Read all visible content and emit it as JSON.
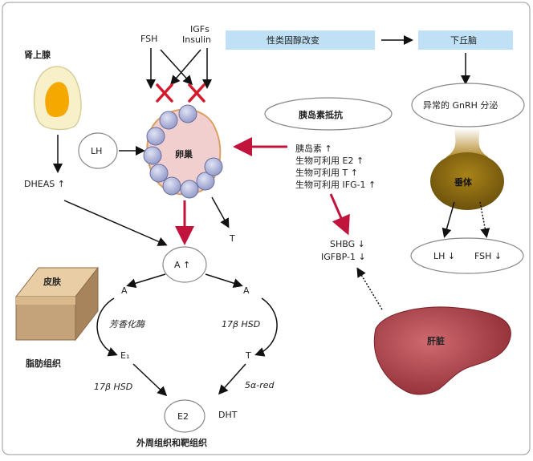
{
  "adrenal": {
    "title": "肾上腺",
    "dheas": "DHEAS ↑"
  },
  "inputs": {
    "fsh": "FSH",
    "igfs": "IGFs",
    "insulin": "Insulin"
  },
  "lh_circle": "LH",
  "ovary": {
    "label": "卵巢",
    "t": "T"
  },
  "top_boxes": {
    "sex_steroid": "性类固醇改变",
    "hypothalamus": "下丘脑"
  },
  "gnrh": "异常的 GnRH 分泌",
  "pituitary": {
    "label": "垂体",
    "lh": "LH ↓",
    "fsh": "FSH ↓"
  },
  "insulin_resistance": {
    "title": "胰岛素抵抗",
    "items": [
      "胰岛素 ↑",
      "生物可利用 E2 ↑",
      "生物可利用 T ↑",
      "生物可利用 IFG-1 ↑"
    ]
  },
  "liver": {
    "label": "肝脏",
    "shbg": "SHBG ↓",
    "igfbp": "IGFBP-1 ↓"
  },
  "skin": {
    "label": "皮肤",
    "fat": "脂肪组织"
  },
  "conversion": {
    "a_center": "A ↑",
    "a_left": "A",
    "a_right": "A",
    "aromatase": "芳香化酶",
    "hsd_right": "17β HSD",
    "e1": "E₁",
    "t": "T",
    "hsd_left": "17β HSD",
    "reductase": "5α-red",
    "e2": "E2",
    "dht": "DHT",
    "tissue": "外周组织和靶组织"
  },
  "colors": {
    "accent_red": "#c0143c",
    "box_blue": "#bfe0f5",
    "ovary_pink": "#f2cfcf",
    "follicle": "#aab0d8",
    "liver": "#b8484f",
    "pituitary": "#8c6a12",
    "adrenal_core": "#f5a800"
  }
}
